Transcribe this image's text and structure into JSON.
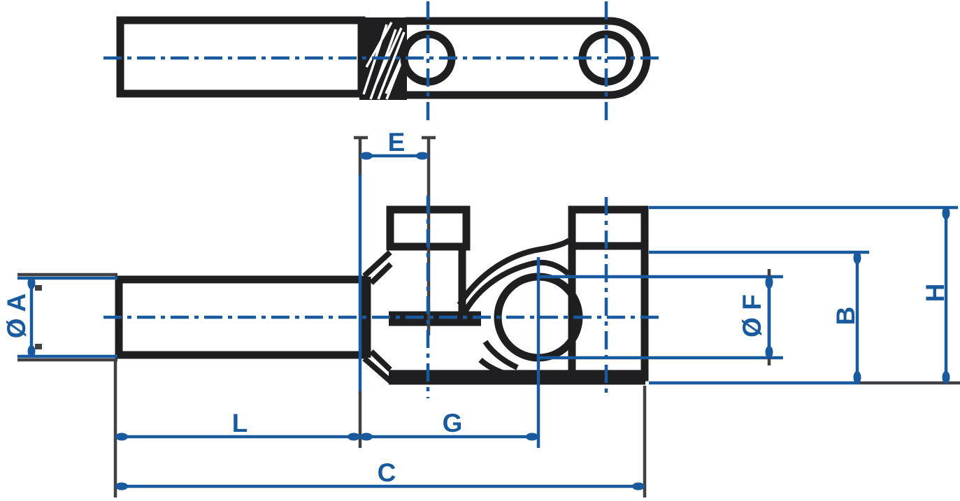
{
  "drawing": {
    "description": "Technical dimension drawing, two orthographic views of a rod-end clevis joint",
    "dimensions": {
      "a": "Ø A",
      "e": "E",
      "f": "Ø F",
      "b": "B",
      "h": "H",
      "l": "L",
      "g": "G",
      "c": "C"
    }
  },
  "colors": {
    "blue": "#185a9d",
    "black": "#1f1f22",
    "gray": "#404045",
    "bg": "#ffffff"
  }
}
